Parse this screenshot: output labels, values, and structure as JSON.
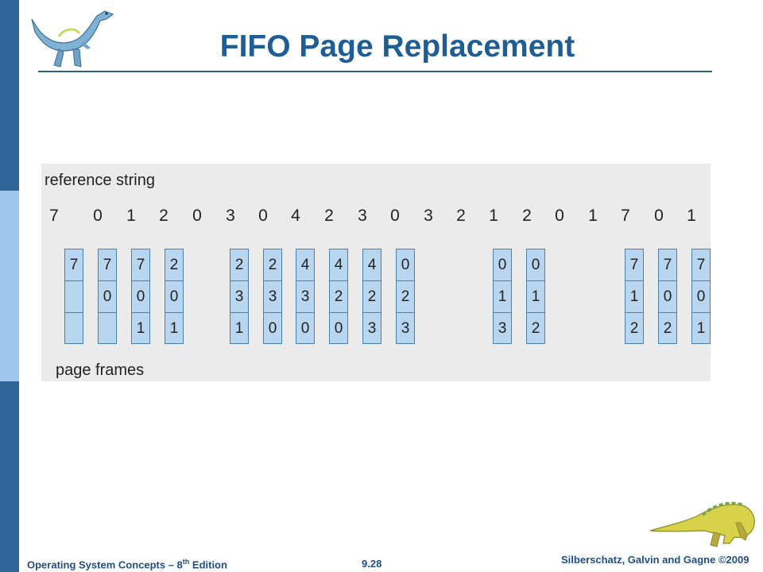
{
  "slide": {
    "title": "FIFO Page Replacement"
  },
  "figure": {
    "reference_label": "reference string",
    "frames_label": "page frames",
    "reference_string": [
      "7",
      "0",
      "1",
      "2",
      "0",
      "3",
      "0",
      "4",
      "2",
      "3",
      "0",
      "3",
      "2",
      "1",
      "2",
      "0",
      "1",
      "7",
      "0",
      "1"
    ],
    "frames": [
      [
        "7",
        "",
        ""
      ],
      [
        "7",
        "0",
        ""
      ],
      [
        "7",
        "0",
        "1"
      ],
      [
        "2",
        "0",
        "1"
      ],
      [
        "2",
        "3",
        "1"
      ],
      [
        "2",
        "3",
        "0"
      ],
      [
        "4",
        "3",
        "0"
      ],
      [
        "4",
        "2",
        "0"
      ],
      [
        "4",
        "2",
        "3"
      ],
      [
        "0",
        "2",
        "3"
      ],
      [
        "0",
        "1",
        "3"
      ],
      [
        "0",
        "1",
        "2"
      ],
      [
        "7",
        "1",
        "2"
      ],
      [
        "7",
        "0",
        "2"
      ],
      [
        "7",
        "0",
        "1"
      ]
    ]
  },
  "footer": {
    "left_prefix": "Operating System Concepts – 8",
    "left_sup": "th",
    "left_suffix": " Edition",
    "center": "9.28",
    "right": "Silberschatz, Galvin and Gagne ©2009"
  },
  "colors": {
    "title": "#1e5e94",
    "sidebar_dark": "#2e6496",
    "sidebar_light": "#9fc6ec",
    "frame_fill": "#b8d6ef",
    "figure_background": "#ebebeb"
  },
  "icons": [
    "dinosaur-icon-top",
    "dinosaur-icon-bottom"
  ]
}
